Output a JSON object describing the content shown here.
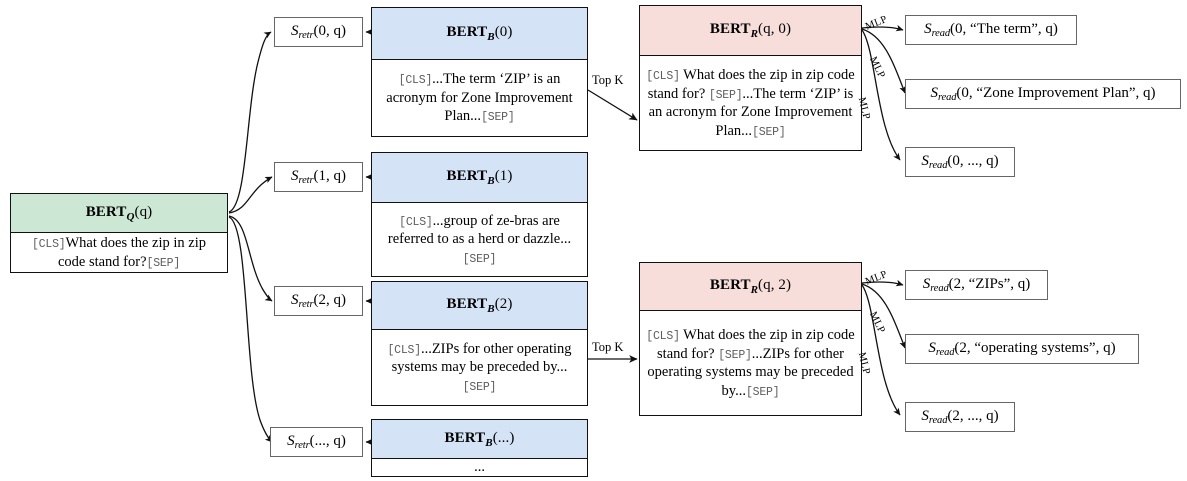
{
  "diagram": {
    "title": "BERT retrieval-reader pipeline",
    "colors": {
      "query_header": "#cce8d4",
      "block_header": "#d5e3f7",
      "reader_header": "#f7dedb",
      "border": "#555555",
      "mono_text": "#5d5d5d"
    },
    "query": {
      "header_name": "BERT",
      "header_sub": "Q",
      "header_arg": "(q)",
      "cls_token": "[CLS]",
      "text": "What does the zip in zip code stand for?",
      "sep_token": "[SEP]"
    },
    "retriever_scores": [
      {
        "name": "S",
        "sub": "retr",
        "args": "(0, q)"
      },
      {
        "name": "S",
        "sub": "retr",
        "args": "(1, q)"
      },
      {
        "name": "S",
        "sub": "retr",
        "args": "(2, q)"
      },
      {
        "name": "S",
        "sub": "retr",
        "args": "(..., q)"
      }
    ],
    "blocks": [
      {
        "header_name": "BERT",
        "header_sub": "B",
        "header_arg": "(0)",
        "cls_token": "[CLS]",
        "text": "...The term ‘ZIP’ is an acronym for Zone Improvement Plan...",
        "sep_token": "[SEP]"
      },
      {
        "header_name": "BERT",
        "header_sub": "B",
        "header_arg": "(1)",
        "cls_token": "[CLS]",
        "text": "...group of ze-bras are referred to as a herd or dazzle...",
        "sep_token": "[SEP]"
      },
      {
        "header_name": "BERT",
        "header_sub": "B",
        "header_arg": "(2)",
        "cls_token": "[CLS]",
        "text": "...ZIPs for other operating systems may be preceded by...",
        "sep_token": "[SEP]"
      },
      {
        "header_name": "BERT",
        "header_sub": "B",
        "header_arg": "(...)",
        "cls_token": "",
        "text": "...",
        "sep_token": ""
      }
    ],
    "readers": [
      {
        "header_name": "BERT",
        "header_sub": "R",
        "header_arg": "(q, 0)",
        "cls_token": "[CLS]",
        "question": "What does the zip in zip code stand for?",
        "sep_token": "[SEP]",
        "passage": "...The term ‘ZIP’ is an acronym for Zone Improvement Plan...",
        "sep_token_end": "[SEP]",
        "topk_label": "Top K"
      },
      {
        "header_name": "BERT",
        "header_sub": "R",
        "header_arg": "(q, 2)",
        "cls_token": "[CLS]",
        "question": "What does the zip in zip code stand for?",
        "sep_token": "[SEP]",
        "passage": "...ZIPs for other operating systems may be preceded by...",
        "sep_token_end": "[SEP]",
        "topk_label": "Top K"
      }
    ],
    "mlp_label": "MLP",
    "reader_scores_top": [
      {
        "name": "S",
        "sub": "read",
        "args": "(0, “The term”, q)"
      },
      {
        "name": "S",
        "sub": "read",
        "args": "(0, “Zone Improvement Plan”, q)"
      },
      {
        "name": "S",
        "sub": "read",
        "args": "(0, ..., q)"
      }
    ],
    "reader_scores_bottom": [
      {
        "name": "S",
        "sub": "read",
        "args": "(2, “ZIPs”, q)"
      },
      {
        "name": "S",
        "sub": "read",
        "args": "(2, “operating systems”, q)"
      },
      {
        "name": "S",
        "sub": "read",
        "args": "(2, ..., q)"
      }
    ]
  }
}
